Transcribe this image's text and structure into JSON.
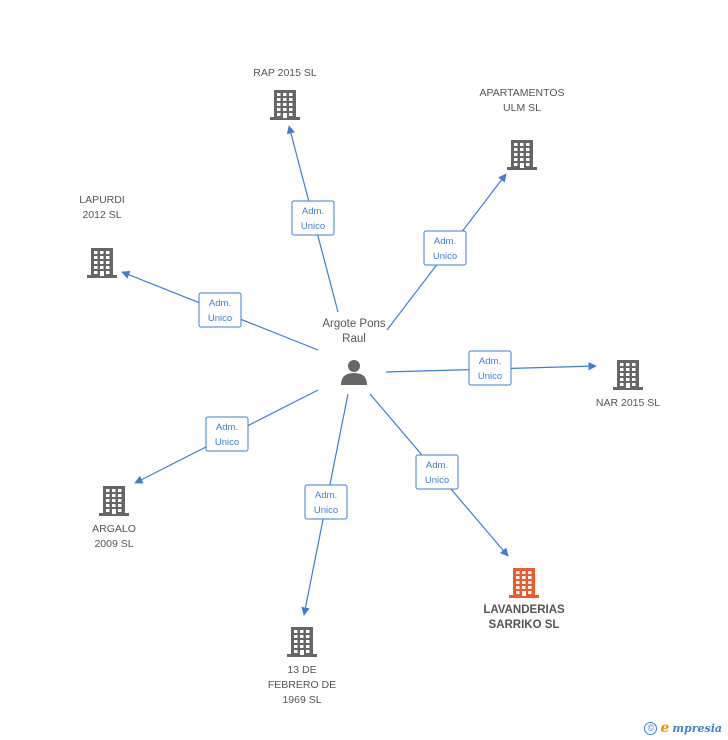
{
  "center": {
    "label_lines": [
      "Argote Pons",
      "Raul"
    ],
    "icon": "person-icon"
  },
  "nodes": [
    {
      "id": "rap",
      "label_lines": [
        "RAP 2015  SL"
      ],
      "icon": "building-icon",
      "color": "#666666",
      "highlight": false
    },
    {
      "id": "apartamentos",
      "label_lines": [
        "APARTAMENTOS",
        "ULM  SL"
      ],
      "icon": "building-icon",
      "color": "#666666",
      "highlight": false
    },
    {
      "id": "lapurdi",
      "label_lines": [
        "LAPURDI",
        "2012 SL"
      ],
      "icon": "building-icon",
      "color": "#666666",
      "highlight": false
    },
    {
      "id": "nar",
      "label_lines": [
        "NAR 2015 SL"
      ],
      "icon": "building-icon",
      "color": "#666666",
      "highlight": false
    },
    {
      "id": "argalo",
      "label_lines": [
        "ARGALO",
        "2009 SL"
      ],
      "icon": "building-icon",
      "color": "#666666",
      "highlight": false
    },
    {
      "id": "febrero",
      "label_lines": [
        "13 DE",
        "FEBRERO DE",
        "1969 SL"
      ],
      "icon": "building-icon",
      "color": "#666666",
      "highlight": false
    },
    {
      "id": "lavanderias",
      "label_lines": [
        "LAVANDERIAS",
        "SARRIKO SL"
      ],
      "icon": "building-icon",
      "color": "#f05a28",
      "highlight": true
    }
  ],
  "edges": [
    {
      "to": "rap",
      "label_lines": [
        "Adm.",
        "Unico"
      ]
    },
    {
      "to": "apartamentos",
      "label_lines": [
        "Adm.",
        "Unico"
      ]
    },
    {
      "to": "lapurdi",
      "label_lines": [
        "Adm.",
        "Unico"
      ]
    },
    {
      "to": "nar",
      "label_lines": [
        "Adm.",
        "Unico"
      ]
    },
    {
      "to": "argalo",
      "label_lines": [
        "Adm.",
        "Unico"
      ]
    },
    {
      "to": "febrero",
      "label_lines": [
        "Adm.",
        "Unico"
      ]
    },
    {
      "to": "lavanderias",
      "label_lines": [
        "Adm.",
        "Unico"
      ]
    }
  ],
  "footer": {
    "copyright_symbol": "©",
    "brand_initial": "e",
    "brand_rest": "mpresia"
  },
  "colors": {
    "edge": "#3d7fd6",
    "building": "#666666",
    "highlight": "#f05a28",
    "text": "#555555"
  }
}
